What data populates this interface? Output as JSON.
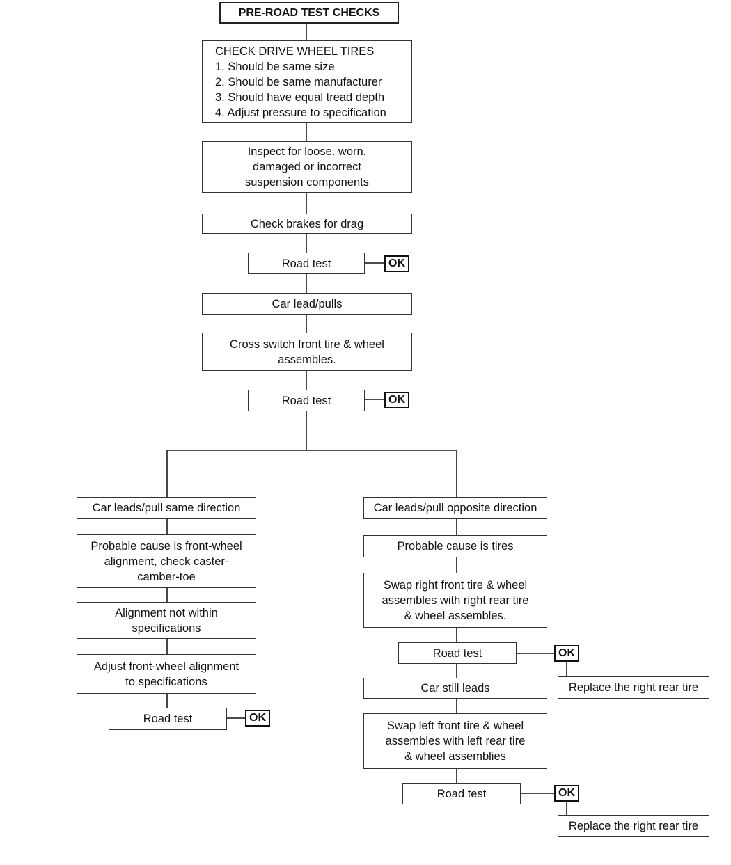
{
  "nodes": {
    "title": "PRE-ROAD TEST CHECKS",
    "check_tires": "CHECK DRIVE WHEEL TIRES\n1. Should be same size\n2. Should be same manufacturer\n3. Should have equal tread depth\n4. Adjust pressure to specification",
    "inspect_suspension": "Inspect for loose. worn.\ndamaged or incorrect\nsuspension components",
    "check_brakes": "Check brakes for drag",
    "road_test_1": "Road test",
    "car_lead_pulls": "Car lead/pulls",
    "cross_switch": "Cross switch front tire & wheel\nassembles.",
    "road_test_2": "Road test",
    "same_direction": "Car leads/pull same direction",
    "front_wheel_alignment": "Probable cause is front-wheel\nalignment, check caster-\ncamber-toe",
    "alignment_not_within": "Alignment not within\nspecifications",
    "adjust_alignment": "Adjust front-wheel alignment\nto specifications",
    "road_test_left": "Road test",
    "opposite_direction": "Car leads/pull opposite direction",
    "cause_tires": "Probable cause is tires",
    "swap_right": "Swap right front tire & wheel\nassembles with right rear tire\n& wheel assembles.",
    "road_test_right_1": "Road test",
    "car_still_leads": "Car still leads",
    "swap_left": "Swap left front tire & wheel\nassembles with left rear tire\n& wheel assemblies",
    "road_test_right_2": "Road test",
    "replace_1": "Replace the right rear tire",
    "replace_2": "Replace the right rear tire"
  },
  "ok_label": "OK"
}
